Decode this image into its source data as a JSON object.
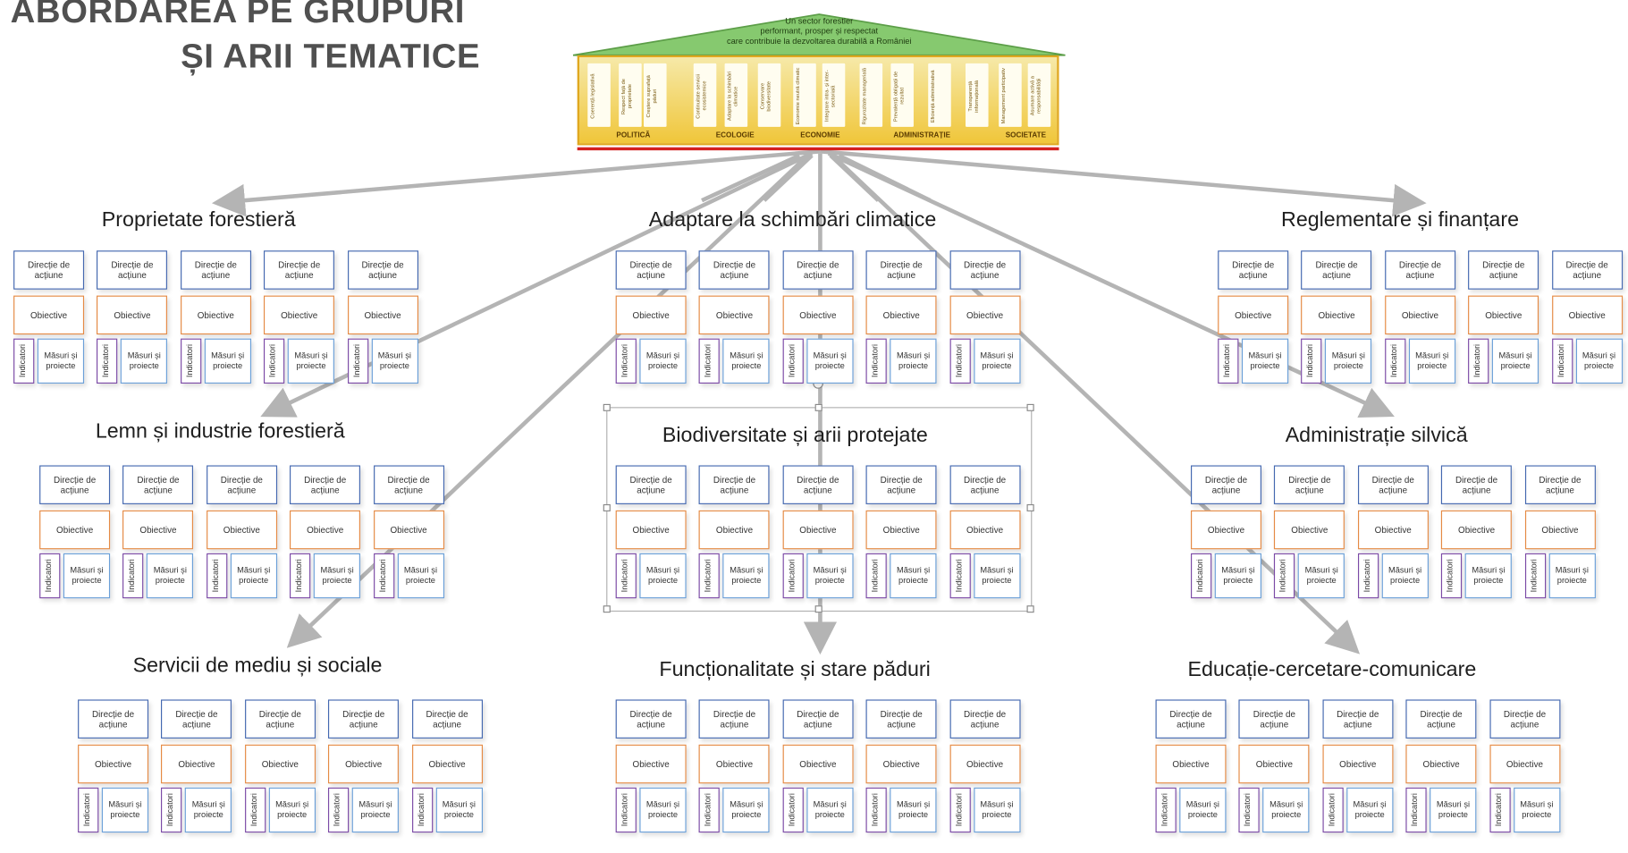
{
  "title": {
    "line1": "ABORDAREA PE GRUPURI",
    "line2": "ȘI ARII TEMATICE"
  },
  "temple": {
    "roof_text": [
      "Un sector forestier",
      "performant, prosper și respectat",
      "care contribuie la dezvoltarea durabilă a României"
    ],
    "pillars": [
      "Coerență legislativă",
      "Respect față de proprietate",
      "Creștere suprafață păduri",
      "Continuitate servicii ecosistemice",
      "Adaptare la schimbări climatice",
      "Conservare biodiversitate",
      "Economie neutră climatic",
      "Integrare intra- și inter-sectorială",
      "Rigurozitate managerială",
      "Prevalență obligații de rezultat",
      "Eficiență administrativă",
      "Transparență informațională",
      "Management participativ",
      "Asumare activă a responsabilității"
    ],
    "labels": [
      "POLITICĂ",
      "ECOLOGIE",
      "ECONOMIE",
      "ADMINISTRAȚIE",
      "SOCIETATE"
    ]
  },
  "box_labels": {
    "directie": "Direcție de acțiune",
    "obiective": "Obiective",
    "indicatori": "Indicatori",
    "masuri": "Măsuri și proiecte"
  },
  "groups": [
    {
      "title": "Proprietate forestieră",
      "columns": 5
    },
    {
      "title": "Adaptare la schimbări climatice",
      "columns": 5
    },
    {
      "title": "Reglementare și finanțare",
      "columns": 5
    },
    {
      "title": "Lemn și industrie forestieră",
      "columns": 5
    },
    {
      "title": "Biodiversitate și arii protejate",
      "columns": 5
    },
    {
      "title": "Administrație silvică",
      "columns": 5
    },
    {
      "title": "Servicii de mediu și sociale",
      "columns": 5
    },
    {
      "title": "Funcționalitate și stare păduri",
      "columns": 5
    },
    {
      "title": "Educație-cercetare-comunicare",
      "columns": 5
    }
  ],
  "colors": {
    "roof": "#7cc26a",
    "temple_body": "#f0c63a",
    "base_line": "#d42020",
    "arrow": "#b4b4b4",
    "directie_border": "#4468b0",
    "obiective_border": "#e58a44",
    "indicatori_border": "#7b4aa6",
    "masuri_border": "#6a9fd8"
  }
}
